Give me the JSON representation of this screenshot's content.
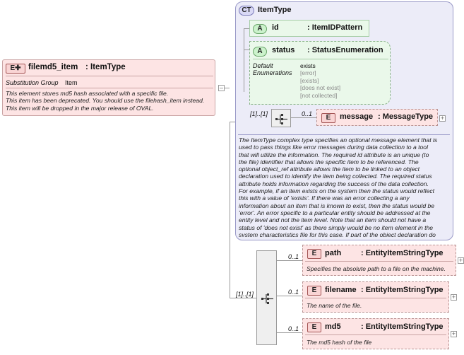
{
  "root_element": {
    "badge": "E",
    "name": "filemd5_item",
    "type": ": ItemType",
    "subst_label": "Substitution Group",
    "subst_value": "Item",
    "doc_lines": [
      "This element stores md5 hash associated with a specific file.",
      "This item has been deprecated. You should use the filehash_item instead.",
      "This item will be dropped in the major release of OVAL."
    ]
  },
  "complex_type": {
    "badge": "CT",
    "name": "ItemType",
    "attr_id": {
      "badge": "A",
      "name": "id",
      "type": ": ItemIDPattern"
    },
    "attr_status": {
      "badge": "A",
      "name": "status",
      "type": ": StatusEnumeration",
      "default_label": "Default",
      "enum_label": "Enumerations",
      "default_value": "exists",
      "enums": [
        "[error]",
        "[exists]",
        "[does not exist]",
        "[not collected]"
      ]
    },
    "seq_card": "[1]..[1]",
    "message": {
      "badge": "E",
      "card": "0..1",
      "name": "message",
      "type": ": MessageType"
    },
    "doc_lines": [
      "The ItemType complex type specifies an optional message element that is",
      "used to pass things like error messages during data collection to a tool",
      "that will utilize the information. The required id attribute is an unique (to",
      "the file) identifier that allows the specific item to be referenced. The",
      "optional object_ref attribute allows the item to be linked to an object",
      "declaration used to identify the item being collected. The required status",
      "attribute holds information regarding the success of the data collection.",
      "For example, if an item exists on the system then the status would reflect",
      "this with a value of 'exists'. If there was an error collecting a any",
      "information about an item that is known to exist, then the status would be",
      "'error'. An error specific to a particular entity should be addressed at the",
      "entity level and not the item level. Note that an item should not have a",
      "status of 'does not exist' as there simply would be no item element in the",
      "system characteristics file for this case. If part of the object declaration do"
    ]
  },
  "sequence": {
    "card": "[1]..[1]",
    "children": [
      {
        "badge": "E",
        "card": "0..1",
        "name": "path",
        "type": ": EntityItemStringType",
        "doc": "Specifies the absolute path to a file on the machine."
      },
      {
        "badge": "E",
        "card": "0..1",
        "name": "filename",
        "type": ": EntityItemStringType",
        "doc": "The name of the file."
      },
      {
        "badge": "E",
        "card": "0..1",
        "name": "md5",
        "type": ": EntityItemStringType",
        "doc": "The md5 hash of the file"
      }
    ]
  },
  "colors": {
    "element_fill": "#fde4e4",
    "attribute_fill": "#eaf8ea",
    "complex_type_fill": "#ececf8"
  }
}
